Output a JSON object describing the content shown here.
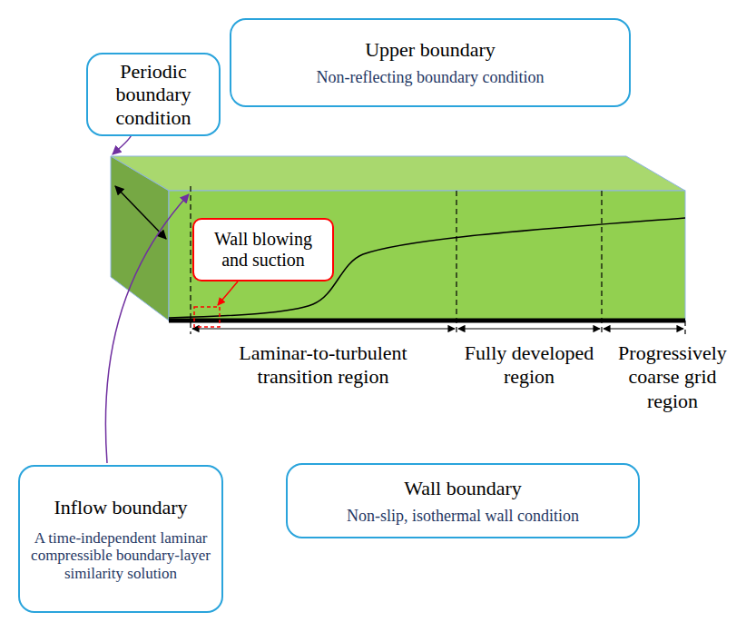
{
  "diagram": {
    "nodes": [
      {
        "text": [
          "Periodic boundary condition"
        ]
      },
      {
        "text": [
          "Upper boundary",
          "Non-reflecting boundary condition"
        ]
      },
      {
        "text": [
          "Wall blowing and suction"
        ]
      },
      {
        "text": [
          "Inflow boundary",
          "A time-independent laminar compressible boundary-layer similarity solution"
        ]
      },
      {
        "text": [
          "Wall boundary",
          "Non-slip, isothermal wall condition"
        ]
      }
    ],
    "labels": [
      "Laminar-to-turbulent transition region",
      "Fully developed region",
      "Progressively coarse grid region"
    ]
  }
}
